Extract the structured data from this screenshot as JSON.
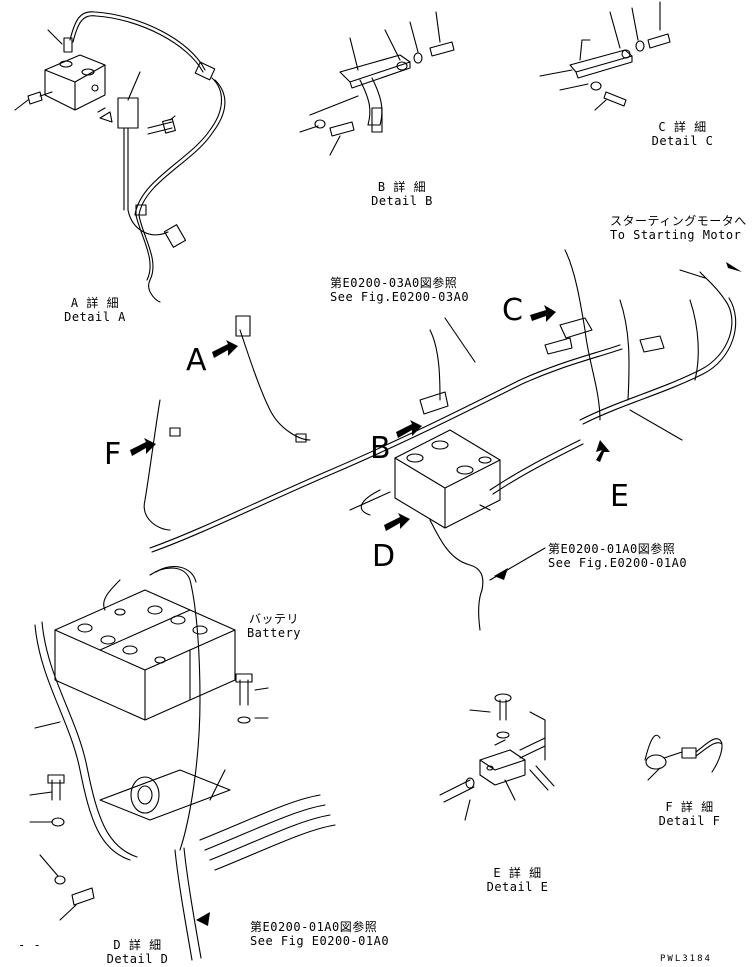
{
  "details": {
    "a": {
      "jp": "A 詳 細",
      "en": "Detail A"
    },
    "b": {
      "jp": "B 詳 細",
      "en": "Detail B"
    },
    "c": {
      "jp": "C 詳 細",
      "en": "Detail C"
    },
    "d": {
      "jp": "D 詳 細",
      "en": "Detail D"
    },
    "e": {
      "jp": "E 詳 細",
      "en": "Detail E"
    },
    "f": {
      "jp": "F 詳 細",
      "en": "Detail F"
    }
  },
  "callouts": {
    "starting_motor": {
      "jp": "スターティングモータへ",
      "en": "To Starting Motor"
    },
    "ref_03a0": {
      "jp": "第E0200-03A0図参照",
      "en": "See Fig.E0200-03A0"
    },
    "ref_01a0_main": {
      "jp": "第E0200-01A0図参照",
      "en": "See Fig.E0200-01A0"
    },
    "ref_01a0_d": {
      "jp": "第E0200-01A0図参照",
      "en": "See Fig E0200-01A0"
    },
    "battery": {
      "jp": "バッテリ",
      "en": "Battery"
    }
  },
  "view_letters": {
    "a": "A",
    "b": "B",
    "c": "C",
    "d": "D",
    "e": "E",
    "f": "F"
  },
  "misc": {
    "dashes": "- -"
  },
  "drawing_code": "PWL3184"
}
